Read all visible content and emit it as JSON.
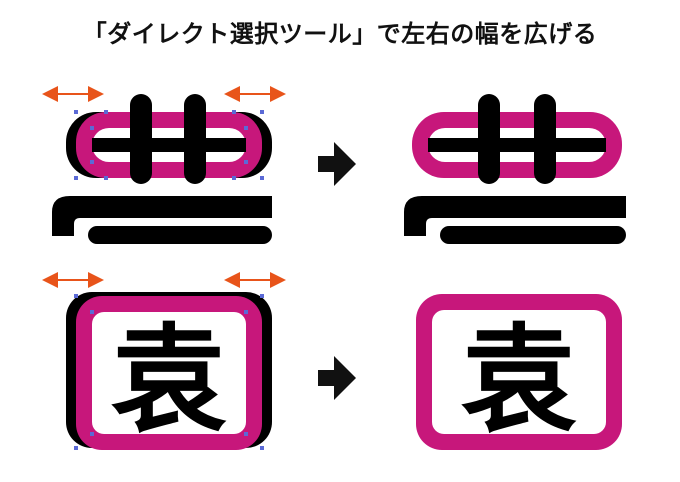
{
  "title": "「ダイレクト選択ツール」で左右の幅を広げる",
  "diagram": {
    "rows": [
      {
        "before": {
          "kanji": "",
          "frame_shape": "capsule"
        },
        "after": {
          "kanji": "",
          "frame_shape": "capsule"
        },
        "transition": "arrow-right"
      },
      {
        "before": {
          "kanji": "袁",
          "frame_shape": "rounded-square"
        },
        "after": {
          "kanji": "袁",
          "frame_shape": "rounded-square"
        },
        "transition": "arrow-right"
      }
    ],
    "colors": {
      "frame": "#c7177b",
      "glyph": "#000000",
      "resize_arrow": "#e8541a",
      "transition_arrow": "#111111",
      "anchor_point": "#5b6ad6"
    },
    "icons": {
      "resize": "double-headed-arrow-icon",
      "transition": "right-arrow-icon"
    }
  }
}
